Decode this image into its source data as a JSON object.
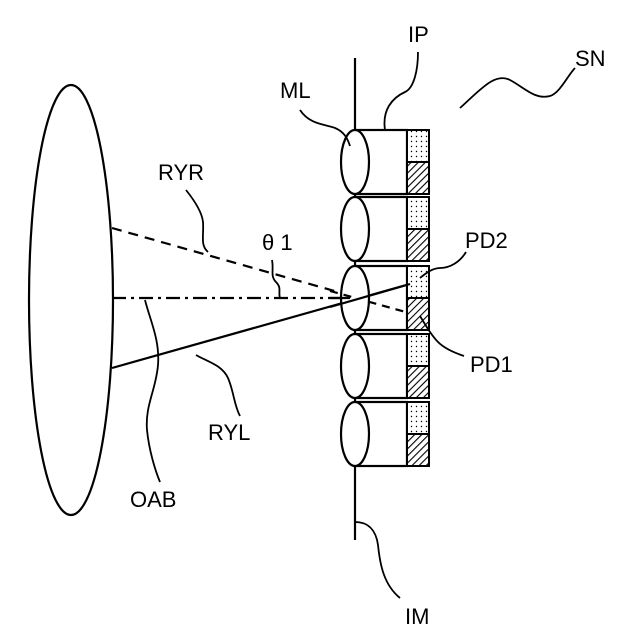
{
  "labels": {
    "ip": "IP",
    "sn": "SN",
    "ml": "ML",
    "ryr": "RYR",
    "theta": "θ 1",
    "pd2": "PD2",
    "pd1": "PD1",
    "ryl": "RYL",
    "oab": "OAB",
    "im": "IM"
  },
  "colors": {
    "line": "#000000",
    "background": "#ffffff",
    "dot_fill": "#000000",
    "hatch_fill": "#000000"
  }
}
